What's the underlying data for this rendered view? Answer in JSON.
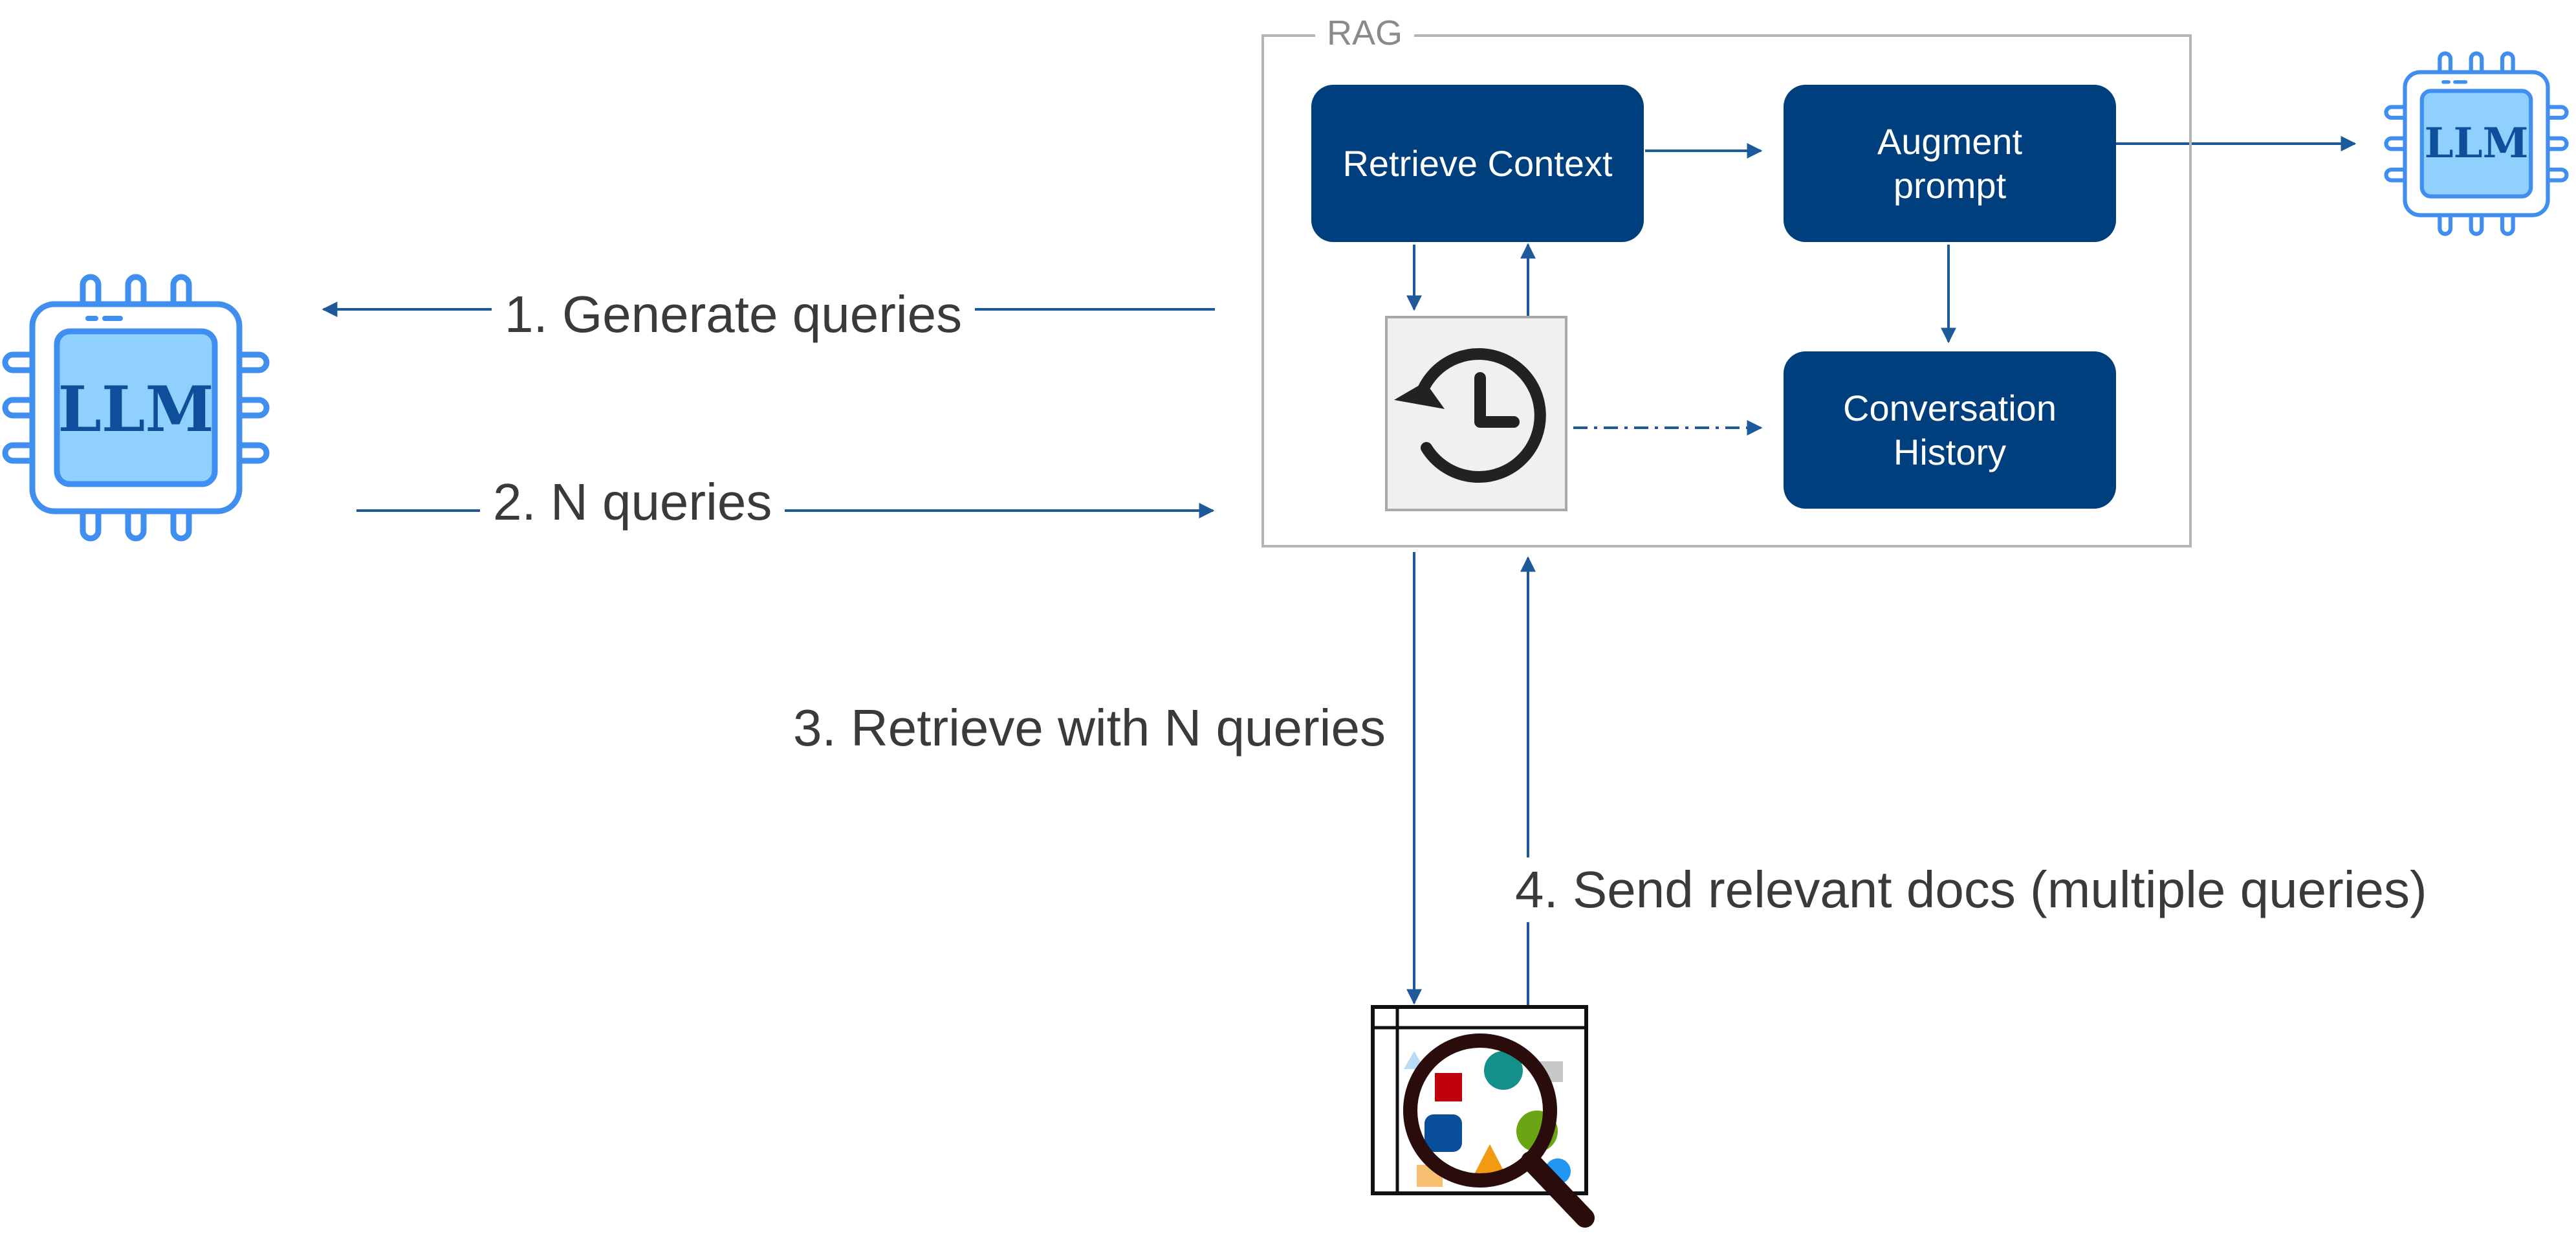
{
  "rag": {
    "title": "RAG"
  },
  "boxes": {
    "retrieve_context": "Retrieve Context",
    "augment_prompt": "Augment prompt",
    "conversation_history": "Conversation History"
  },
  "llm": {
    "left_label": "LLM",
    "right_label": "LLM"
  },
  "steps": {
    "generate": "1. Generate queries",
    "n_queries": "2. N queries",
    "retrieve": "3. Retrieve with N queries",
    "send": "4. Send relevant docs (multiple queries)"
  },
  "colors": {
    "primary": "#003f7d",
    "arrow": "#1d5a9c",
    "chip_border": "#3f8ef0",
    "chip_fill": "#8fd0ff",
    "text": "#3a3a3a",
    "frame": "#b4b4b4"
  },
  "icons": [
    "llm-chip-icon",
    "history-clock-icon",
    "document-search-icon"
  ]
}
